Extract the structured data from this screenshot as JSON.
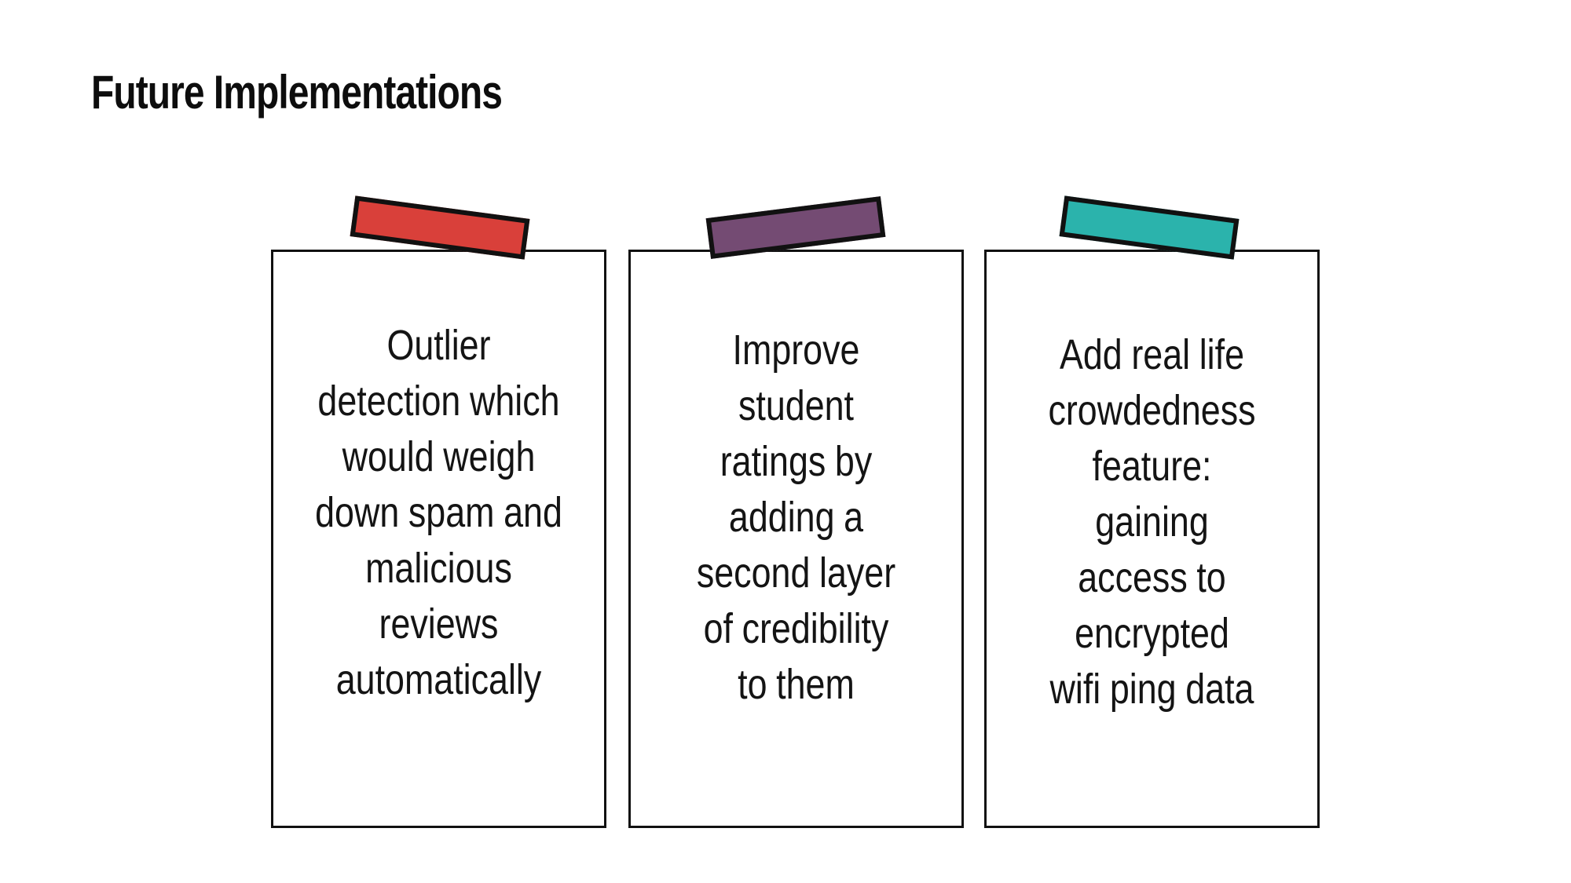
{
  "slide": {
    "title": "Future Implementations",
    "background_color": "#ffffff",
    "text_color": "#141414",
    "border_color": "#111111"
  },
  "cards": [
    {
      "id": "card-1",
      "tape_color": "#d9403a",
      "tape_color_name": "red",
      "tape_tilt_degrees": 7.6,
      "text": "Outlier detection which would weigh down spam and malicious reviews automatically",
      "lines": [
        "Outlier",
        "detection which",
        "would weigh",
        "down spam and",
        "malicious",
        "reviews",
        "automatically"
      ]
    },
    {
      "id": "card-2",
      "tape_color": "#744b73",
      "tape_color_name": "purple",
      "tape_tilt_degrees": -7.2,
      "text": "Improve student ratings by adding a second layer of credibility to them",
      "lines": [
        "Improve",
        "student",
        "ratings by",
        "adding a",
        "second layer",
        "of credibility",
        "to them"
      ]
    },
    {
      "id": "card-3",
      "tape_color": "#2bb3ac",
      "tape_color_name": "teal",
      "tape_tilt_degrees": 7.6,
      "text": "Add real life crowdedness feature: gaining access to encrypted wifi ping data",
      "lines": [
        "Add real life",
        "crowdedness",
        "feature:",
        "gaining",
        "access to",
        "encrypted",
        "wifi ping data"
      ]
    }
  ]
}
